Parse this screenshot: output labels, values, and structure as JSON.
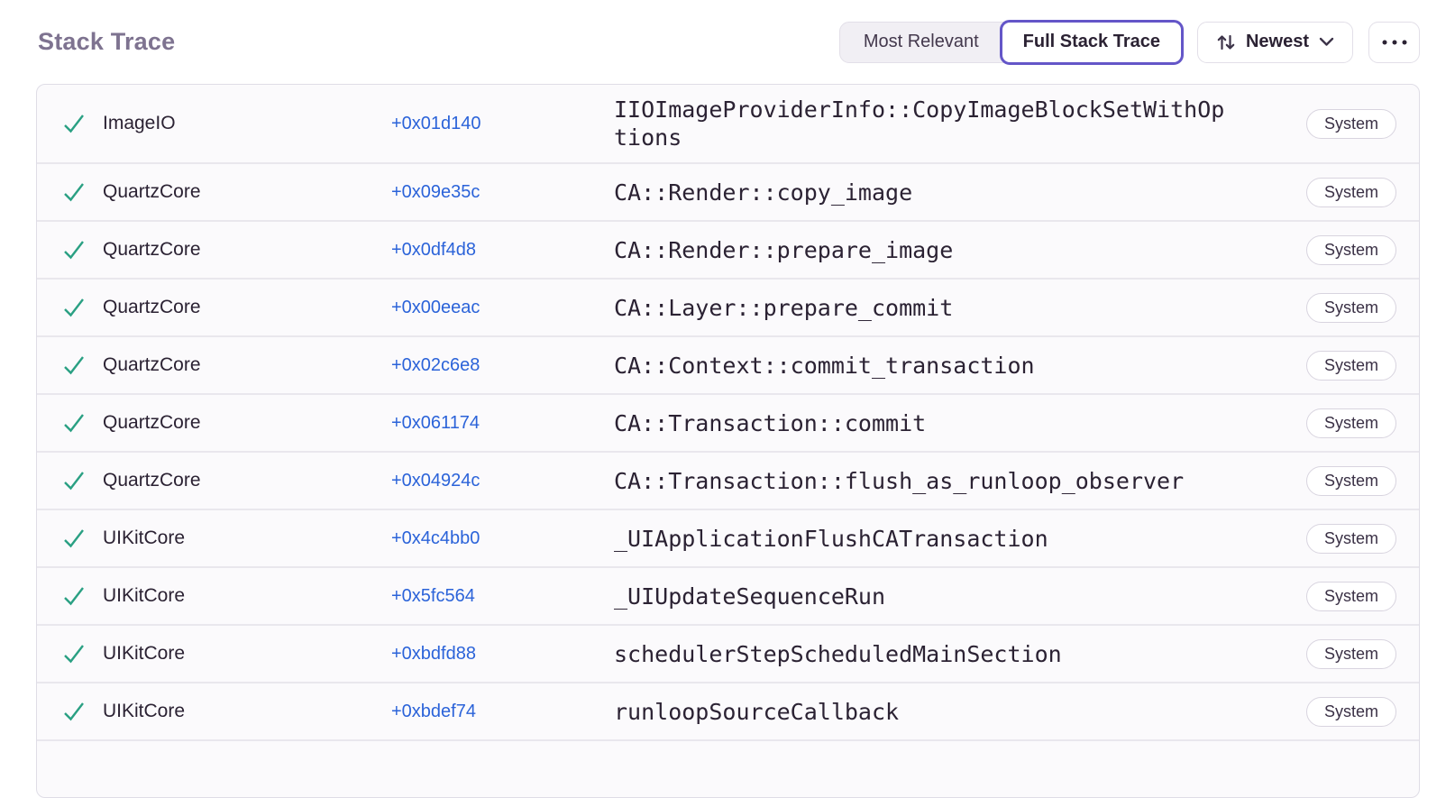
{
  "header": {
    "title": "Stack Trace",
    "view_options": [
      {
        "label": "Most Relevant",
        "active": false
      },
      {
        "label": "Full Stack Trace",
        "active": true
      }
    ],
    "sort_button": {
      "label": "Newest",
      "icon": "sort-arrows-icon",
      "chevron_icon": "chevron-down-icon"
    },
    "more_button": {
      "icon": "ellipsis-icon"
    }
  },
  "colors": {
    "accent_purple": "#6456C8",
    "link_blue": "#2B63D9",
    "check_green": "#2AA083",
    "title_gray": "#7E7390",
    "text_dark": "#2B2233"
  },
  "stack_trace": {
    "frames": [
      {
        "module": "ImageIO",
        "address": "+0x01d140",
        "function": "IIOImageProviderInfo::CopyImageBlockSetWithOptions",
        "badge": "System"
      },
      {
        "module": "QuartzCore",
        "address": "+0x09e35c",
        "function": "CA::Render::copy_image",
        "badge": "System"
      },
      {
        "module": "QuartzCore",
        "address": "+0x0df4d8",
        "function": "CA::Render::prepare_image",
        "badge": "System"
      },
      {
        "module": "QuartzCore",
        "address": "+0x00eeac",
        "function": "CA::Layer::prepare_commit",
        "badge": "System"
      },
      {
        "module": "QuartzCore",
        "address": "+0x02c6e8",
        "function": "CA::Context::commit_transaction",
        "badge": "System"
      },
      {
        "module": "QuartzCore",
        "address": "+0x061174",
        "function": "CA::Transaction::commit",
        "badge": "System"
      },
      {
        "module": "QuartzCore",
        "address": "+0x04924c",
        "function": "CA::Transaction::flush_as_runloop_observer",
        "badge": "System"
      },
      {
        "module": "UIKitCore",
        "address": "+0x4c4bb0",
        "function": "_UIApplicationFlushCATransaction",
        "badge": "System"
      },
      {
        "module": "UIKitCore",
        "address": "+0x5fc564",
        "function": "_UIUpdateSequenceRun",
        "badge": "System"
      },
      {
        "module": "UIKitCore",
        "address": "+0xbdfd88",
        "function": "schedulerStepScheduledMainSection",
        "badge": "System"
      },
      {
        "module": "UIKitCore",
        "address": "+0xbdef74",
        "function": "runloopSourceCallback",
        "badge": "System"
      }
    ]
  }
}
